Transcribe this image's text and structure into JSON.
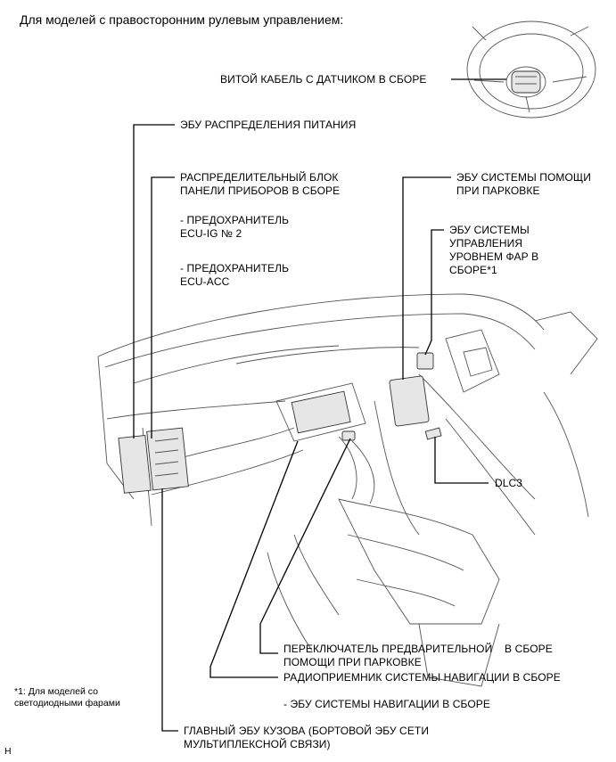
{
  "title": "Для моделей с правосторонним рулевым управлением:",
  "labels": {
    "spiral_cable": "ВИТОЙ КАБЕЛЬ С ДАТЧИКОМ В СБОРЕ",
    "power_dist_ecu": "ЭБУ РАСПРЕДЕЛЕНИЯ ПИТАНИЯ",
    "junction_block": "РАСПРЕДЕЛИТЕЛЬНЫЙ БЛОК\nПАНЕЛИ ПРИБОРОВ В СБОРЕ",
    "fuse_ecu_ig2": "- ПРЕДОХРАНИТЕЛЬ\nECU-IG № 2",
    "fuse_ecu_acc": "- ПРЕДОХРАНИТЕЛЬ\nECU-ACC",
    "parking_assist_ecu": "ЭБУ СИСТЕМЫ ПОМОЩИ\nПРИ ПАРКОВКЕ",
    "headlamp_leveling_ecu": "ЭБУ СИСТЕМЫ\nУПРАВЛЕНИЯ\nУРОВНЕМ ФАР В\nСБОРЕ*1",
    "dlc3": "DLC3",
    "parking_switch": "ПЕРЕКЛЮЧАТЕЛЬ ПРЕДВАРИТЕЛЬНОЙ    В СБОРЕ\nПОМОЩИ ПРИ ПАРКОВКЕ",
    "nav_radio": "РАДИОПРИЕМНИК СИСТЕМЫ НАВИГАЦИИ В СБОРЕ",
    "nav_ecu": "- ЭБУ СИСТЕМЫ НАВИГАЦИИ В СБОРЕ",
    "main_body_ecu": "ГЛАВНЫЙ ЭБУ КУЗОВА (БОРТОВОЙ ЭБУ СЕТИ\nМУЛЬТИПЛЕКСНОЙ СВЯЗИ)"
  },
  "footnote": "*1: Для моделей со\nсветодиодными фарами",
  "corner_mark": "H"
}
